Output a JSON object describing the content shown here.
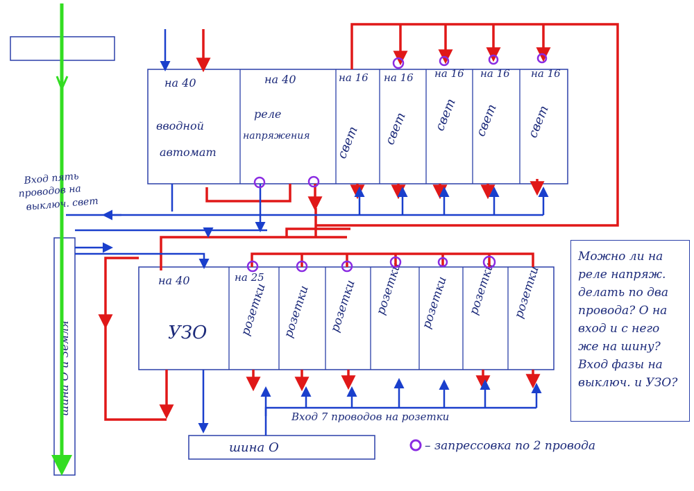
{
  "top_panel": {
    "cells": [
      {
        "rating": "на 40",
        "label": "вводной автомат"
      },
      {
        "rating": "на 40",
        "label": "реле напряжения"
      },
      {
        "rating": "на 16",
        "label": "свет"
      },
      {
        "rating": "на 16",
        "label": "свет"
      },
      {
        "rating": "на 16",
        "label": "свет"
      },
      {
        "rating": "на 16",
        "label": "свет"
      },
      {
        "rating": "на 16",
        "label": "свет"
      }
    ]
  },
  "bottom_panel": {
    "cells": [
      {
        "rating": "на 40",
        "label": "УЗО"
      },
      {
        "rating": "на 25",
        "label": "розетки"
      },
      {
        "rating": "",
        "label": "розетки"
      },
      {
        "rating": "",
        "label": "розетки"
      },
      {
        "rating": "",
        "label": "розетки"
      },
      {
        "rating": "",
        "label": "розетки"
      },
      {
        "rating": "",
        "label": "розетки"
      },
      {
        "rating": "",
        "label": "розетки"
      }
    ]
  },
  "labels": {
    "light_input": "Вход пять проводов на выключ. свет",
    "socket_input": "Вход 7 проводов на розетки",
    "neutral_bus_bottom": "шина О",
    "neutral_ground_bus": "шина О и Земля",
    "legend": "– запрессовка по 2 провода"
  },
  "question": "Можно ли на реле напряж. делать по два провода? О на вход и с него же на шину? Вход фазы на выключ. и УЗО?",
  "colors": {
    "phase": "#e01818",
    "neutral": "#1a3fcc",
    "ground": "#33dd22",
    "crimp": "#8a2be2",
    "ink": "#1c2a7a"
  }
}
